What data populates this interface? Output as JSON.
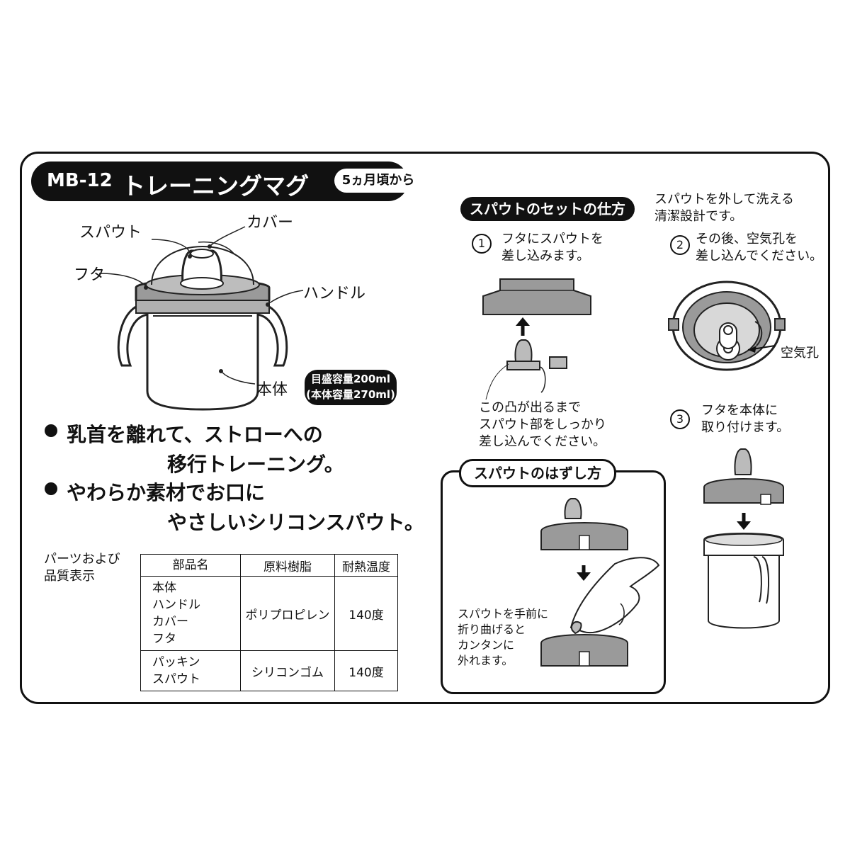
{
  "header": {
    "model": "MB-12",
    "product_name": "トレーニングマグ",
    "age_badge": "5ヵ月頃から"
  },
  "diagram_labels": {
    "spout": "スパウト",
    "cover": "カバー",
    "lid": "フタ",
    "handle": "ハンドル",
    "body": "本体",
    "capacity_line1": "目盛容量200ml",
    "capacity_line2": "(本体容量270ml)"
  },
  "features": [
    {
      "line1": "乳首を離れて、ストローへの",
      "line2": "移行トレーニング。"
    },
    {
      "line1": "やわらか素材でお口に",
      "line2": "やさしいシリコンスパウト。"
    }
  ],
  "parts_table": {
    "caption_line1": "パーツおよび",
    "caption_line2": "品質表示",
    "headers": [
      "部品名",
      "原料樹脂",
      "耐熱温度"
    ],
    "rows": [
      {
        "parts": [
          "本体",
          "ハンドル",
          "カバー",
          "フタ"
        ],
        "material": "ポリプロピレン",
        "heat": "140度"
      },
      {
        "parts": [
          "パッキン",
          "スパウト"
        ],
        "material": "シリコンゴム",
        "heat": "140度"
      }
    ]
  },
  "set_section": {
    "title": "スパウトのセットの仕方",
    "step1_num": "1",
    "step1_line1": "フタにスパウトを",
    "step1_line2": "差し込みます。",
    "note_line1": "この凸が出るまで",
    "note_line2": "スパウト部をしっかり",
    "note_line3": "差し込んでください。"
  },
  "washable_note": {
    "line1": "スパウトを外して洗える",
    "line2": "清潔設計です。"
  },
  "step2": {
    "num": "2",
    "line1": "その後、空気孔を",
    "line2": "差し込んでください。",
    "air_hole_label": "空気孔"
  },
  "step3": {
    "num": "3",
    "line1": "フタを本体に",
    "line2": "取り付けます。"
  },
  "removal_section": {
    "title": "スパウトのはずし方",
    "line1": "スパウトを手前に",
    "line2": "折り曲げると",
    "line3": "カンタンに",
    "line4": "外れます。"
  }
}
